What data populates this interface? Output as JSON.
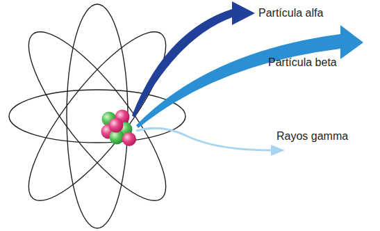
{
  "diagram": {
    "labels": [
      "Partícula alfa",
      "Partícula beta",
      "Rayos gamma"
    ]
  }
}
